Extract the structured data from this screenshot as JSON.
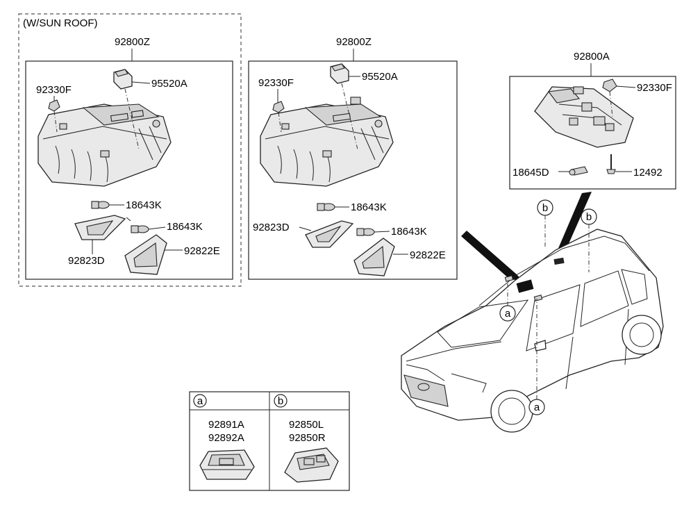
{
  "groups": {
    "sunroof": {
      "note": "(W/SUN ROOF)",
      "assembly": "92800Z",
      "lens_holder": "92330F",
      "switch": "95520A",
      "bulb_upper": "18643K",
      "bulb_lower": "18643K",
      "lens_left": "92823D",
      "lens_right": "92822E"
    },
    "standard": {
      "assembly": "92800Z",
      "lens_holder": "92330F",
      "switch": "95520A",
      "bulb_upper": "18643K",
      "bulb_lower": "18643K",
      "lens_left": "92823D",
      "lens_right": "92822E"
    },
    "rear": {
      "assembly": "92800A",
      "lens_holder": "92330F",
      "bulb": "18645D",
      "screw": "12492"
    }
  },
  "callouts": {
    "a": "a",
    "b": "b"
  },
  "legend": {
    "a": {
      "key": "a",
      "part_1": "92891A",
      "part_2": "92892A"
    },
    "b": {
      "key": "b",
      "part_1": "92850L",
      "part_2": "92850R"
    }
  }
}
